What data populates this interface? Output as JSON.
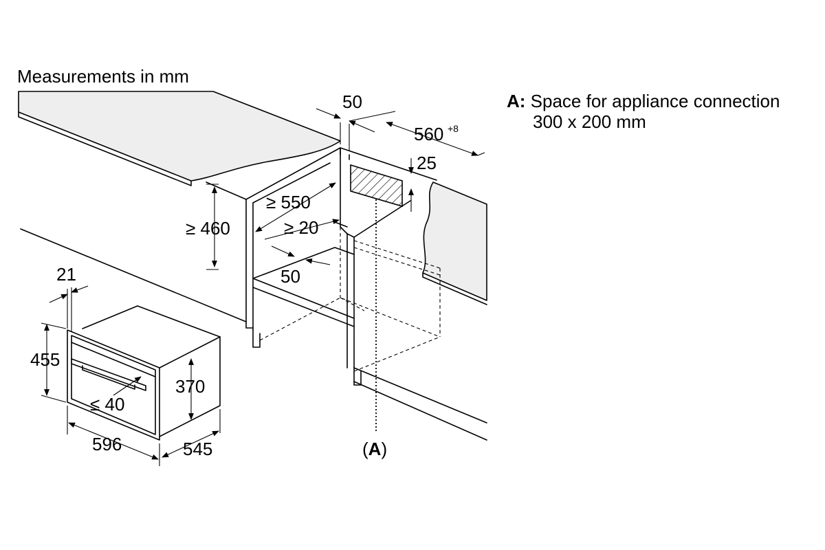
{
  "diagram": {
    "heading": "Measurements in mm",
    "legend": {
      "key": "A:",
      "line1": "Space for appliance connection",
      "line2": "300 x 200 mm"
    },
    "connection_marker": {
      "open": "(",
      "letter": "A",
      "close": ")"
    },
    "niche_dimensions": {
      "rear_gap": "50",
      "niche_width": "560",
      "niche_width_tolerance": "+8",
      "top_offset": "25",
      "depth": "≥ 550",
      "height": "≥ 460",
      "side_gap": "≥ 20",
      "front_gap": "50"
    },
    "appliance_dimensions": {
      "front_thickness": "21",
      "front_height": "455",
      "body_height": "370",
      "door_overhang": "≤ 40",
      "front_width": "596",
      "body_depth": "545"
    }
  }
}
